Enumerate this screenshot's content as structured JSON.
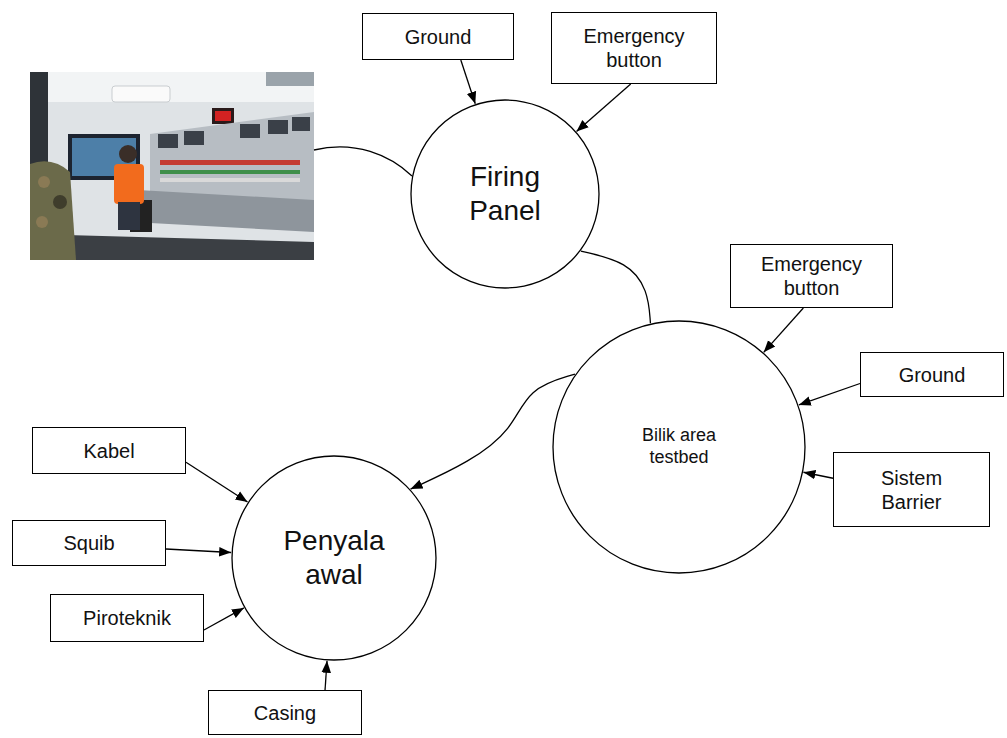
{
  "diagram": {
    "nodes": [
      {
        "text": [
          "Ground"
        ]
      },
      {
        "text": [
          "Emergency button"
        ]
      },
      {
        "text": [
          "Firing Panel"
        ]
      },
      {
        "text": [
          "Emergency button"
        ]
      },
      {
        "text": [
          "Bilik area testbed"
        ]
      },
      {
        "text": [
          "Ground"
        ]
      },
      {
        "text": [
          "Sistem Barrier"
        ]
      },
      {
        "text": [
          "Kabel"
        ]
      },
      {
        "text": [
          "Penyala awal"
        ]
      },
      {
        "text": [
          "Squib"
        ]
      },
      {
        "text": [
          "Piroteknik"
        ]
      },
      {
        "text": [
          "Casing"
        ]
      }
    ],
    "edges": [
      {
        "from": 0,
        "to": 2,
        "arrow": "to"
      },
      {
        "from": 1,
        "to": 2,
        "arrow": "to"
      },
      {
        "from": 2,
        "to": 4,
        "arrow": "none"
      },
      {
        "from": 3,
        "to": 4,
        "arrow": "to"
      },
      {
        "from": 5,
        "to": 4,
        "arrow": "to"
      },
      {
        "from": 6,
        "to": 4,
        "arrow": "to"
      },
      {
        "from": 4,
        "to": 8,
        "arrow": "to"
      },
      {
        "from": 7,
        "to": 8,
        "arrow": "to"
      },
      {
        "from": 9,
        "to": 8,
        "arrow": "to"
      },
      {
        "from": 10,
        "to": 8,
        "arrow": "to"
      },
      {
        "from": 11,
        "to": 8,
        "arrow": "to"
      }
    ]
  }
}
